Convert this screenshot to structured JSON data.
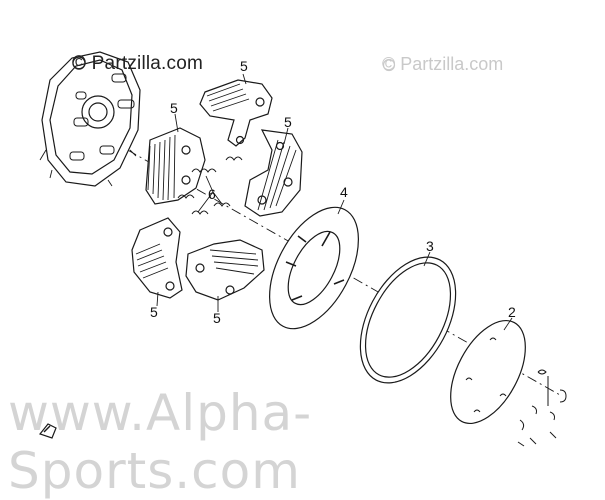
{
  "watermarks": {
    "top_left": "© Partzilla.com",
    "top_right": "© Partzilla.com",
    "bottom": "www.Alpha-Sports.com"
  },
  "callouts": {
    "shoe_top": "5",
    "shoe_left": "5",
    "shoe_right": "5",
    "spring": "6",
    "shoe_bottom_left": "5",
    "shoe_bottom_right": "5",
    "drum_plate": "4",
    "friction_disc": "3",
    "pressure_plate": "2"
  },
  "colors": {
    "line": "#1a1a1a",
    "watermark_light": "#d4d4d4"
  }
}
